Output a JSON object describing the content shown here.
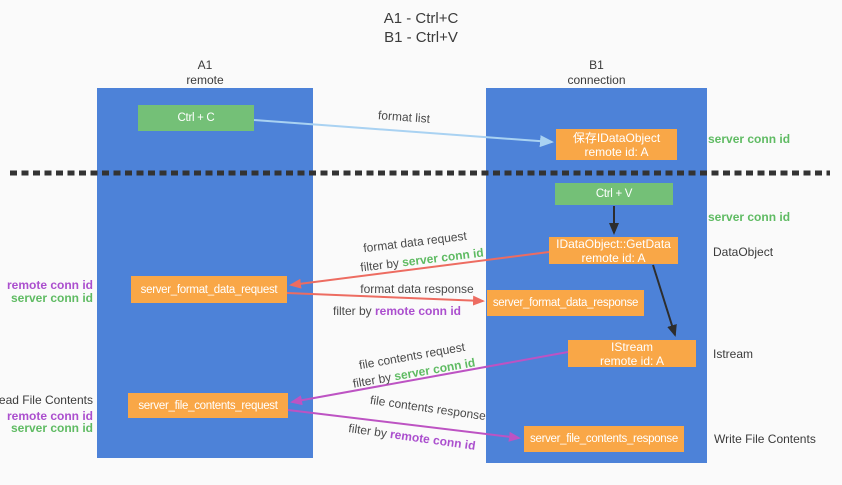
{
  "title": {
    "line1": "A1 - Ctrl+C",
    "line2": "B1 - Ctrl+V"
  },
  "lanes": {
    "a1": {
      "name": "A1",
      "role": "remote"
    },
    "b1": {
      "name": "B1",
      "role": "connection"
    }
  },
  "nodes": {
    "ctrl_c": {
      "label": "Ctrl + C"
    },
    "save_idataobject": {
      "line1": "保存IDataObject",
      "line2": "remote id: A"
    },
    "ctrl_v": {
      "label": "Ctrl + V"
    },
    "getdata": {
      "line1": "IDataObject::GetData",
      "line2": "remote id: A"
    },
    "format_request": {
      "label": "server_format_data_request"
    },
    "format_response": {
      "label": "server_format_data_response"
    },
    "istream": {
      "line1": "IStream",
      "line2": "remote id: A"
    },
    "file_request": {
      "label": "server_file_contents_request"
    },
    "file_response": {
      "label": "server_file_contents_response"
    }
  },
  "edges": {
    "format_list": {
      "label": "format list"
    },
    "format_data_request": {
      "label": "format data request",
      "filter_prefix": "filter by ",
      "filter_key": "server conn id"
    },
    "format_data_response": {
      "label": "format data response",
      "filter_prefix": "filter by ",
      "filter_key": "remote conn id"
    },
    "file_contents_request": {
      "label": "file contents request",
      "filter_prefix": "filter by ",
      "filter_key": "server conn id"
    },
    "file_contents_response": {
      "label": "file contents response",
      "filter_prefix": "filter by ",
      "filter_key": "remote conn id"
    }
  },
  "side_labels": {
    "server_conn_id_top": "server conn id",
    "server_conn_id_mid": "server conn id",
    "dataobject": "DataObject",
    "istream": "Istream",
    "write_file_contents": "Write File Contents",
    "read_file_contents": "Read File Contents",
    "remote_conn_id_format": "remote conn id",
    "server_conn_id_format": "server conn id",
    "remote_conn_id_file": "remote conn id",
    "server_conn_id_file": "server conn id"
  },
  "colors": {
    "lane_blue": "#4d82d8",
    "node_orange": "#f9a747",
    "node_green": "#74c077",
    "arrow_light_blue": "#a9d2f2",
    "arrow_red": "#ed6c61",
    "arrow_magenta": "#bd53c3",
    "arrow_black": "#2d2d2d",
    "keyword_green": "#5fbb63",
    "keyword_purple": "#ab4fce",
    "divider_black": "#333333",
    "background": "#fafafa"
  }
}
